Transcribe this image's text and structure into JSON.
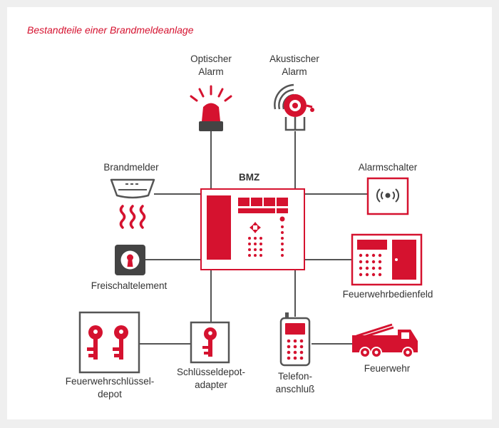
{
  "title": "Bestandteile einer Brandmeldeanlage",
  "center": {
    "label": "BMZ"
  },
  "components": {
    "optischer_alarm": {
      "line1": "Optischer",
      "line2": "Alarm",
      "icon": "beacon-icon"
    },
    "akustischer_alarm": {
      "line1": "Akustischer",
      "line2": "Alarm",
      "icon": "bell-icon"
    },
    "brandmelder": {
      "label": "Brandmelder",
      "icon": "smoke-detector-icon"
    },
    "alarmschalter": {
      "label": "Alarmschalter",
      "icon": "alarm-switch-icon"
    },
    "freischaltelement": {
      "label": "Freischaltelement",
      "icon": "keyhole-icon"
    },
    "feuerwehrbedienfeld": {
      "label": "Feuerwehrbedienfeld",
      "icon": "control-panel-icon"
    },
    "schluesseldepot": {
      "line1": "Feuerwehrschlüssel-",
      "line2": "depot",
      "icon": "keys-icon"
    },
    "schluesseldepot_adapter": {
      "line1": "Schlüsseldepot-",
      "line2": "adapter",
      "icon": "key-icon"
    },
    "telefonanschluss": {
      "line1": "Telefon-",
      "line2": "anschluß",
      "icon": "phone-icon"
    },
    "feuerwehr": {
      "label": "Feuerwehr",
      "icon": "fire-truck-icon"
    }
  },
  "colors": {
    "accent": "#d5122f",
    "line": "#555555",
    "text": "#333333",
    "background": "#efefef"
  }
}
